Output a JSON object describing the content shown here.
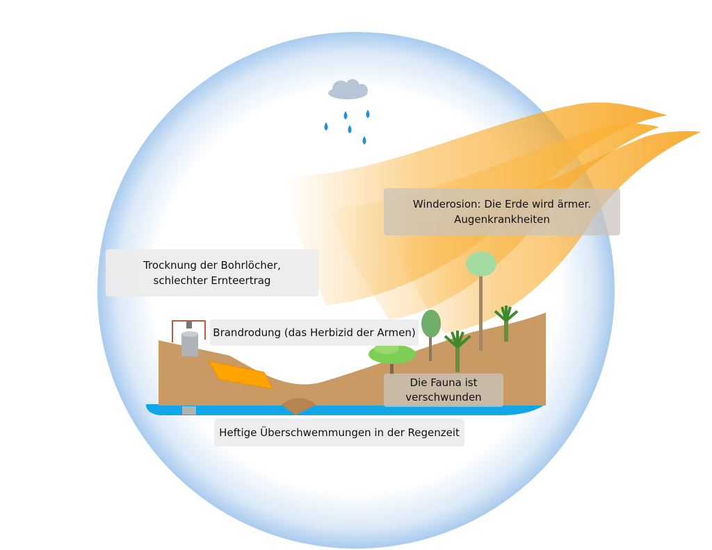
{
  "colors": {
    "sky_glow": "#b7d6f2",
    "soil": "#c99a63",
    "water": "#12a6e8",
    "wind": "#f7a21b",
    "fire": "#ffa400",
    "cloud": "#b6c5d8",
    "rain": "#1e8fd8",
    "tree_green": "#6abf4b"
  },
  "icons": {
    "cloud": "cloud-icon",
    "rain": "raindrop-icon",
    "well": "well-icon",
    "tree": "tree-icon"
  },
  "labels": {
    "wind_erosion": "Winderosion: Die Erde wird ärmer. Augenkrankheiten",
    "drying_line1": "Trocknung der Bohrlöcher,",
    "drying_line2": "schlechter Ernteertrag",
    "slash_burn": "Brandrodung (das Herbizid der Armen)",
    "fauna_line1": "Die Fauna ist",
    "fauna_line2": "verschwunden",
    "flood": "Heftige Überschwemmungen in der Regenzeit"
  }
}
